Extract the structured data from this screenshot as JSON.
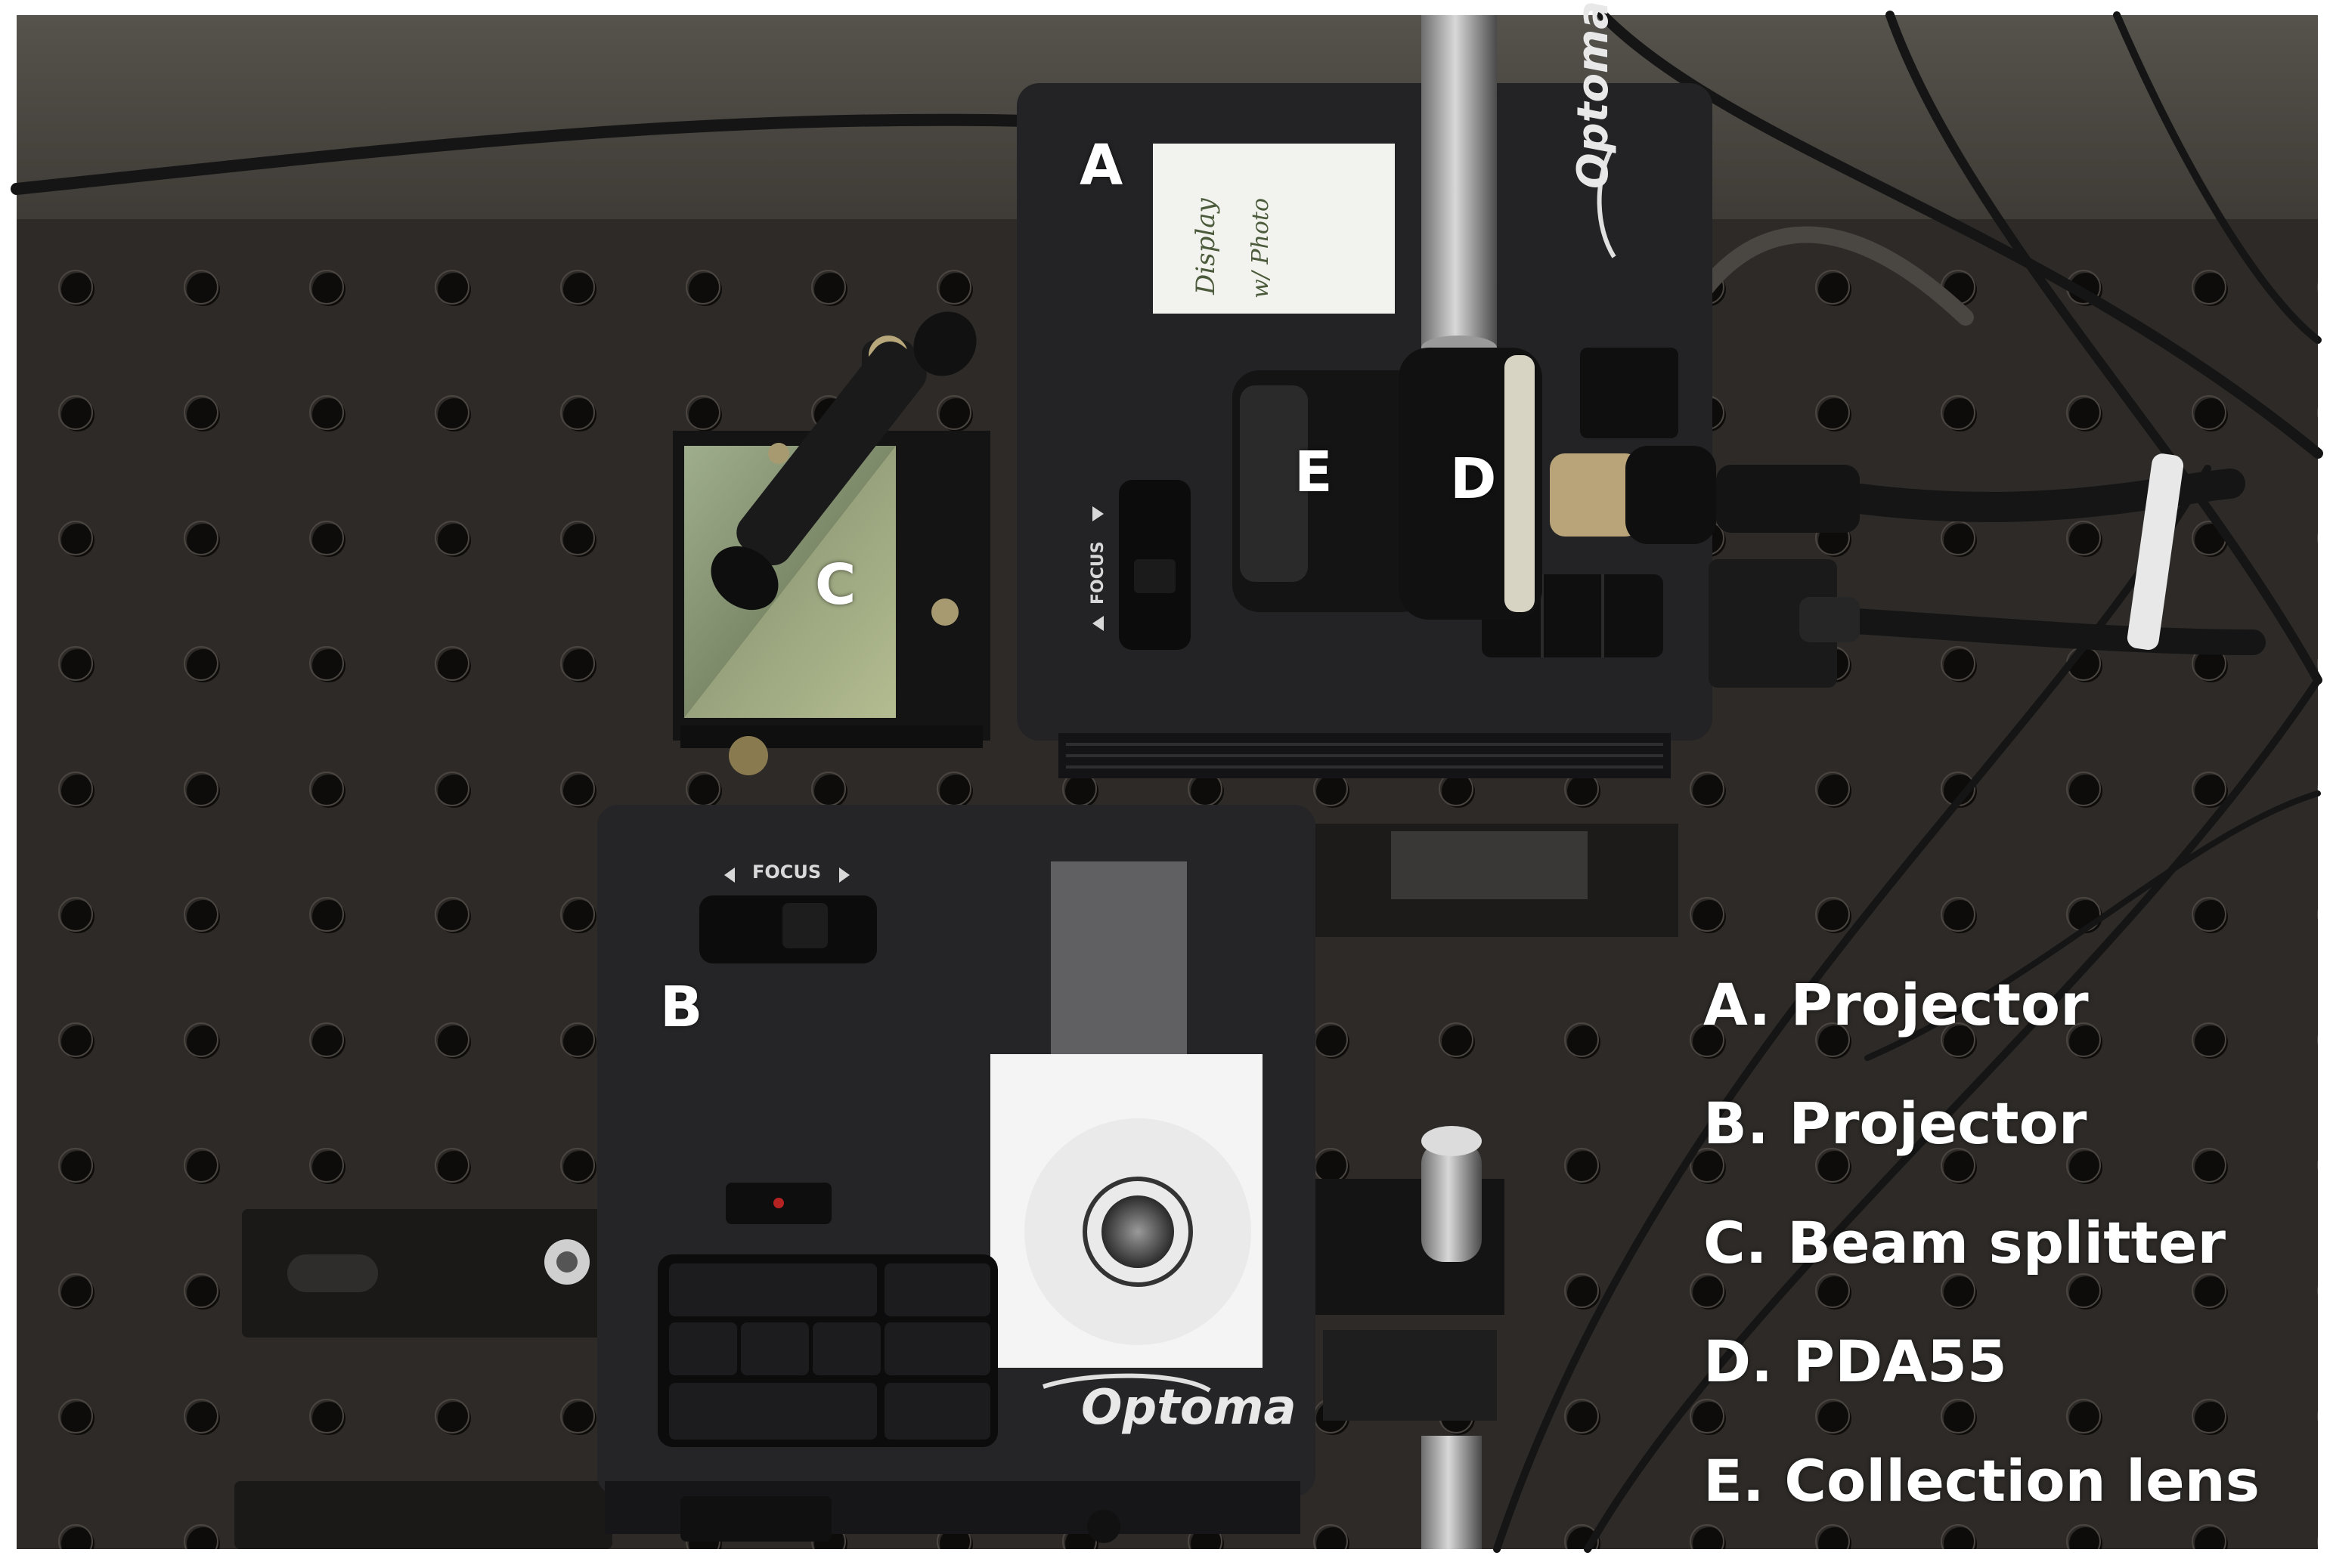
{
  "labels": {
    "a": "A",
    "b": "B",
    "c": "C",
    "d": "D",
    "e": "E"
  },
  "legend": [
    "A. Projector",
    "B. Projector",
    "C. Beam splitter",
    "D. PDA55",
    "E. Collection lens"
  ],
  "device_text": {
    "brand_a": "Optoma",
    "brand_b": "Optoma",
    "focus_a": "FOCUS",
    "focus_b": "FOCUS",
    "note_line1": "Display",
    "note_line2": "w/ Photo"
  },
  "colors": {
    "background": "#ffffff",
    "breadboard": "#2d2a27",
    "projector_body": "#232325",
    "label_text": "#ffffff"
  }
}
